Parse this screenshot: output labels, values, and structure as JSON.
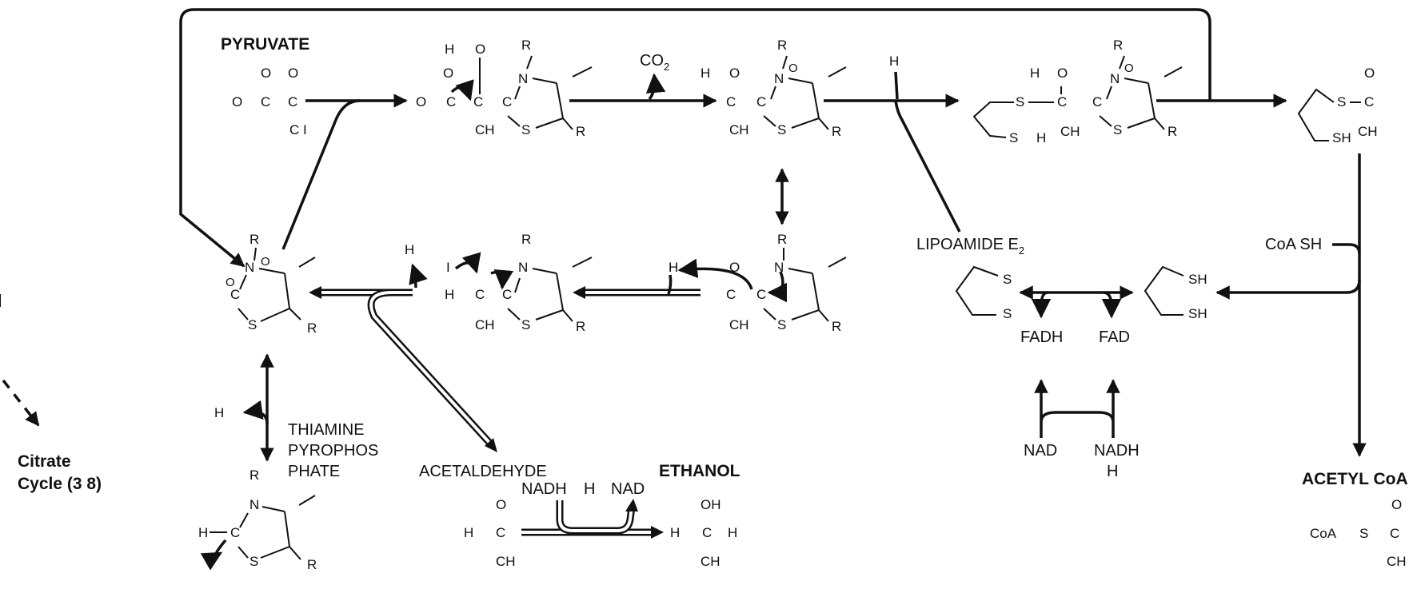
{
  "labels": {
    "pyruvate": "PYRUVATE",
    "co2": "CO",
    "co2_sub": "2",
    "lipoamide": "LIPOAMIDE E",
    "lipoamide_sub": "2",
    "coa_sh": "CoA SH",
    "fadh": "FADH",
    "fad": "FAD",
    "nad": "NAD",
    "nadh_h": "NADH",
    "nadh_h2": "H",
    "thiamine1": "THIAMINE",
    "thiamine2": "PYROPHOS",
    "thiamine3": "PHATE",
    "acetaldehyde": "ACETALDEHYDE",
    "ethanol": "ETHANOL",
    "eth_nadh": "NADH",
    "eth_h": "H",
    "eth_nad": "NAD",
    "acetyl_coa": "ACETYL CoA",
    "citrate1": "Citrate",
    "citrate2": "Cycle (3 8)"
  }
}
